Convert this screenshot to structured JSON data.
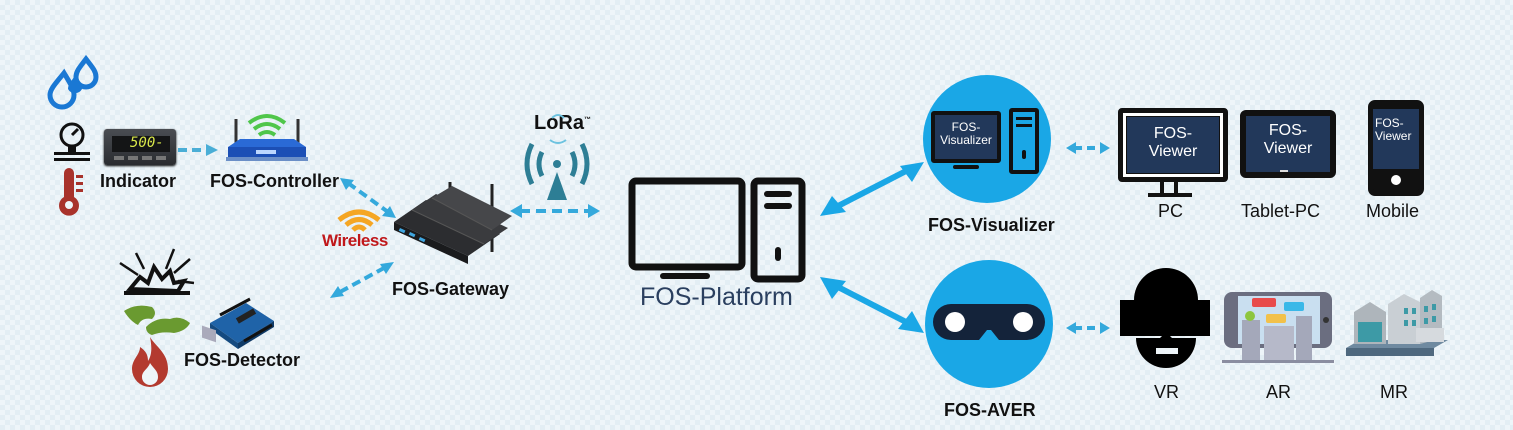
{
  "colors": {
    "accent_blue": "#1aa7e6",
    "arrow_dashed": "#34a9dc",
    "dark_navy": "#22385a",
    "platform_text": "#2a3f5f",
    "wireless_red": "#c0181b",
    "wireless_orange": "#f5a623",
    "lora_teal": "#2d7e95",
    "sensor_red": "#a8322b",
    "sensor_blue": "#1a78d4"
  },
  "sensors": {
    "icons": [
      "water-drops-icon",
      "pressure-gauge-icon",
      "thermometer-icon"
    ],
    "indicator_display": "500-",
    "indicator_label": "Indicator"
  },
  "controller": {
    "label": "FOS-Controller"
  },
  "detector": {
    "icons": [
      "explosion-icon",
      "landslide-icon",
      "fire-icon",
      "arduino-board-icon"
    ],
    "label": "FOS-Detector"
  },
  "gateway": {
    "label": "FOS-Gateway",
    "wireless_label": "Wireless",
    "lora_label": "LoRa",
    "lora_tm": "™"
  },
  "platform": {
    "label": "FOS-Platform"
  },
  "visualizer": {
    "label": "FOS-Visualizer",
    "screen_line1": "FOS-",
    "screen_line2": "Visualizer"
  },
  "viewers": [
    {
      "label": "PC",
      "screen_line1": "FOS-",
      "screen_line2": "Viewer"
    },
    {
      "label": "Tablet-PC",
      "screen_line1": "FOS-",
      "screen_line2": "Viewer"
    },
    {
      "label": "Mobile",
      "screen_line1": "FOS-",
      "screen_line2": "Viewer"
    }
  ],
  "aver": {
    "label": "FOS-AVER"
  },
  "reality": [
    {
      "label": "VR"
    },
    {
      "label": "AR"
    },
    {
      "label": "MR"
    }
  ]
}
